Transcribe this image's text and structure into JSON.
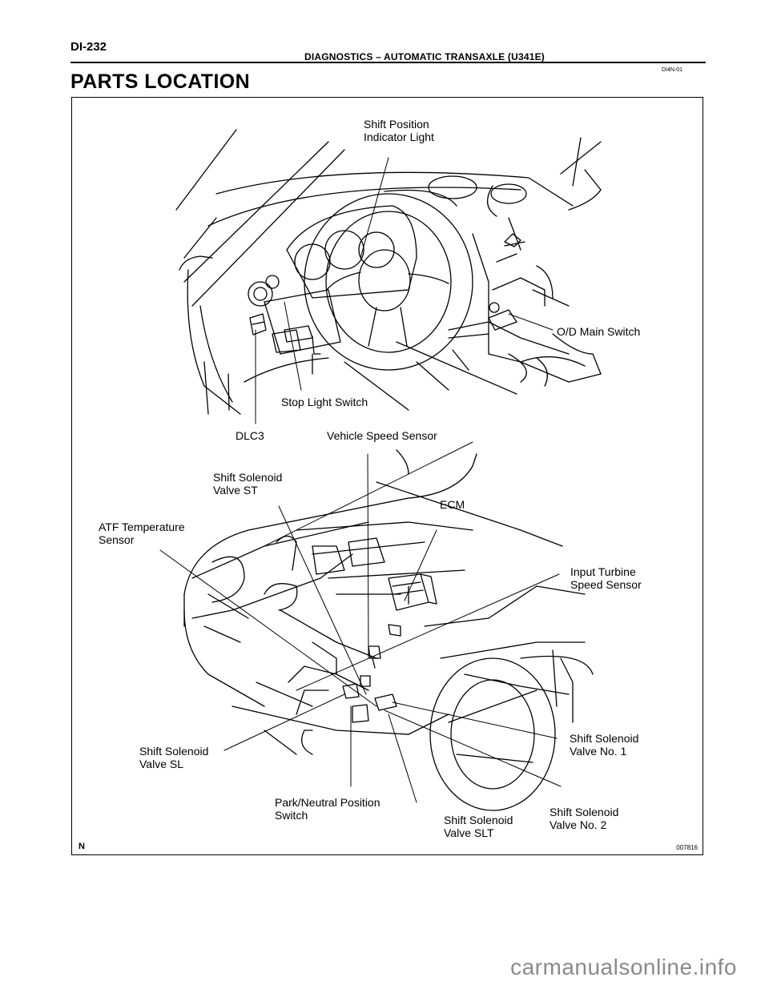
{
  "header": {
    "page_number": "DI-232",
    "section": "DIAGNOSTICS  –  AUTOMATIC TRANSAXLE (U341E)",
    "doc_code": "DI4N-01"
  },
  "title": "PARTS LOCATION",
  "figure": {
    "labels": {
      "shift_position_indicator": "Shift Position\nIndicator Light",
      "od_main_switch": "O/D Main Switch",
      "stop_light_switch": "Stop Light Switch",
      "dlc3": "DLC3",
      "vehicle_speed_sensor": "Vehicle Speed Sensor",
      "shift_solenoid_st": "Shift Solenoid\nValve ST",
      "ecm": "ECM",
      "atf_temp_sensor": "ATF Temperature\nSensor",
      "input_turbine": "Input Turbine\nSpeed Sensor",
      "shift_solenoid_sl": "Shift Solenoid\nValve SL",
      "shift_solenoid_no1": "Shift Solenoid\nValve No. 1",
      "park_neutral": "Park/Neutral Position\nSwitch",
      "shift_solenoid_slt": "Shift Solenoid\nValve SLT",
      "shift_solenoid_no2": "Shift Solenoid\nValve No. 2"
    },
    "corner_mark": "N",
    "figure_code": "007816"
  },
  "watermark": "carmanualsonline.info"
}
